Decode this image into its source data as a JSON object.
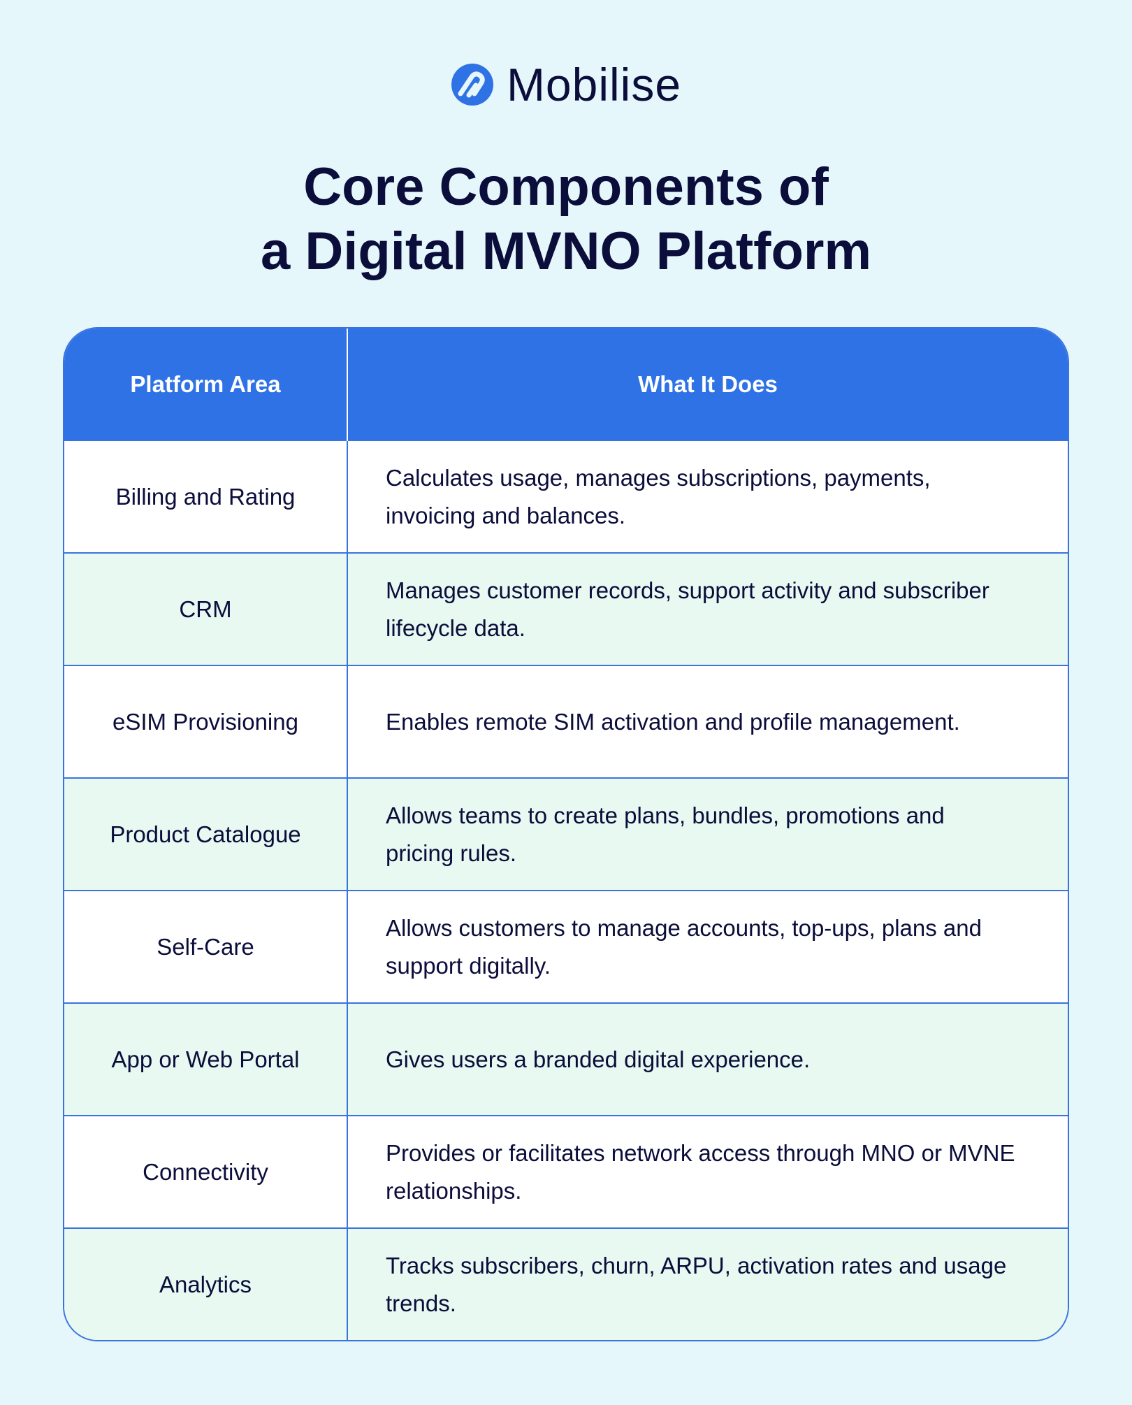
{
  "brand": {
    "name": "Mobilise",
    "icon": "mobilise-logo-icon",
    "color": "#2f72e5"
  },
  "title": {
    "line1": "Core Components of",
    "line2": "a Digital MVNO Platform"
  },
  "table": {
    "headers": [
      "Platform Area",
      "What It Does"
    ],
    "rows": [
      {
        "area": "Billing and Rating",
        "desc": "Calculates usage, manages subscriptions, payments, invoicing and balances."
      },
      {
        "area": "CRM",
        "desc": "Manages customer records, support activity and subscriber lifecycle data."
      },
      {
        "area": "eSIM Provisioning",
        "desc": "Enables remote SIM activation and profile management."
      },
      {
        "area": "Product Catalogue",
        "desc": "Allows teams to create plans, bundles, promotions and pricing rules."
      },
      {
        "area": "Self-Care",
        "desc": "Allows customers to manage accounts, top-ups, plans and support digitally."
      },
      {
        "area": "App or Web Portal",
        "desc": "Gives users a branded digital experience."
      },
      {
        "area": "Connectivity",
        "desc": "Provides or facilitates network access through MNO or MVNE relationships."
      },
      {
        "area": "Analytics",
        "desc": "Tracks subscribers, churn, ARPU, activation rates and usage trends."
      }
    ]
  },
  "colors": {
    "background": "#e6f7fb",
    "header": "#2f72e5",
    "row_alt": "#e8f9f2",
    "border": "#3a73e0",
    "text": "#0b0d3a"
  }
}
